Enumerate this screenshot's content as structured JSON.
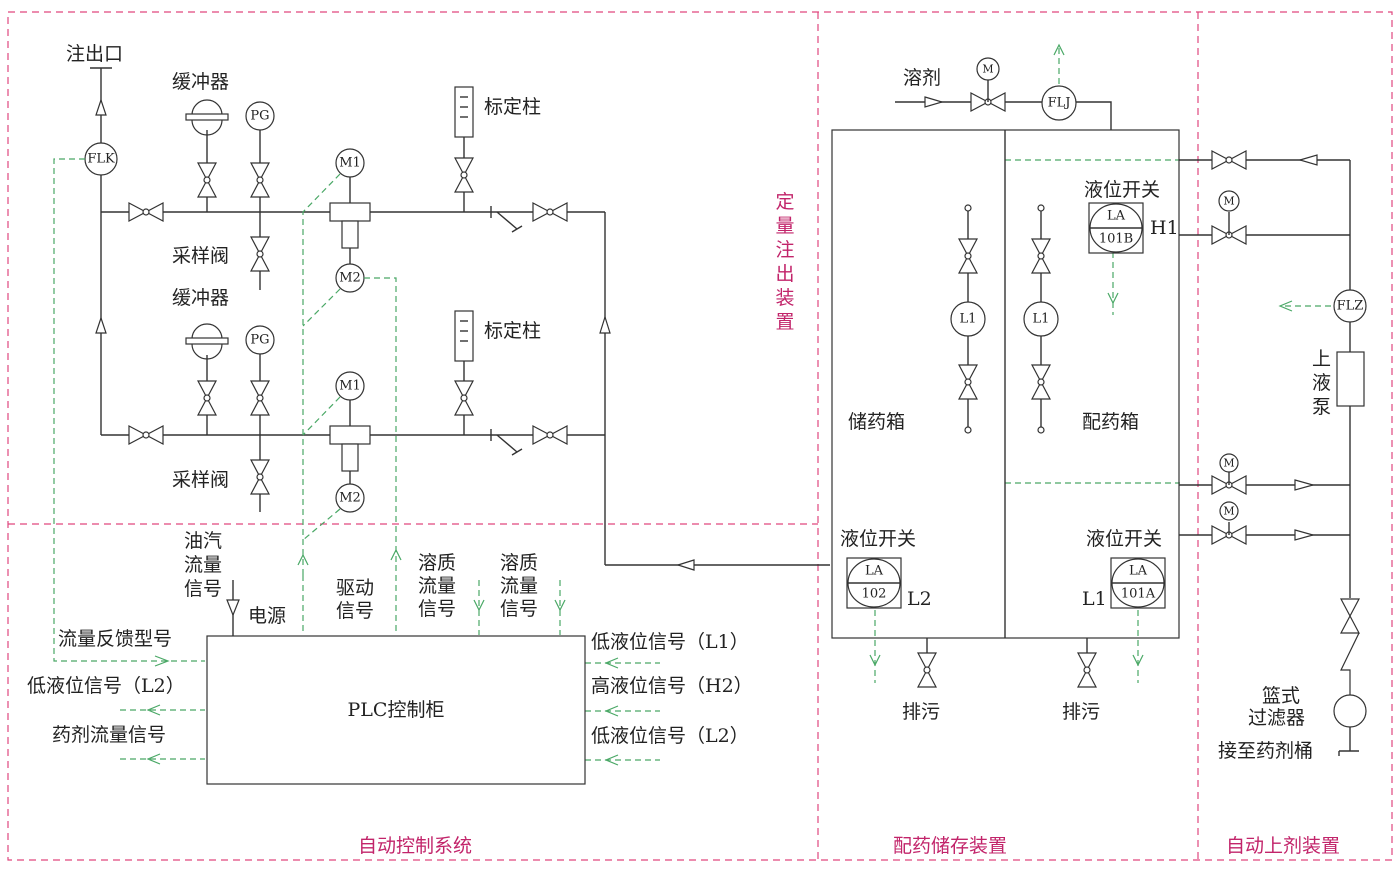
{
  "zones": {
    "dosing": "定量注出装置",
    "control": "自动控制系统",
    "storage": "配药储存装置",
    "loading": "自动上剂装置"
  },
  "dosing": {
    "outlet": "注出口",
    "buffer_top": "缓冲器",
    "buffer_bottom": "缓冲器",
    "sampling_top": "采样阀",
    "sampling_bottom": "采样阀",
    "calib_top": "标定柱",
    "calib_bottom": "标定柱",
    "instruments": {
      "flk": "FLK",
      "pg": "PG",
      "m1": "M1",
      "m2": "M2"
    }
  },
  "control": {
    "plc": "PLC控制柜",
    "power": "电源",
    "oil_gas": [
      "油汽",
      "流量",
      "信号"
    ],
    "drive": [
      "驱动",
      "信号"
    ],
    "solute1": [
      "溶质",
      "流量",
      "信号"
    ],
    "solute2": [
      "溶质",
      "流量",
      "信号"
    ],
    "left_signals": [
      "流量反馈型号",
      "低液位信号（L2）",
      "药剂流量信号"
    ],
    "right_signals": [
      "低液位信号（L1）",
      "高液位信号（H2）",
      "低液位信号（L2）"
    ]
  },
  "storage": {
    "solvent": "溶剂",
    "motor": "M",
    "flj": "FLJ",
    "storage_tank": "储药箱",
    "mixing_tank": "配药箱",
    "level_switch": "液位开关",
    "la_top": "LA",
    "la_101b": "101B",
    "la_102": "102",
    "la_101a": "101A",
    "h1": "H1",
    "l1": "L1",
    "l2": "L2",
    "gauge": "L1",
    "drain": "排污"
  },
  "loading": {
    "flz": "FLZ",
    "pump": [
      "上",
      "液",
      "泵"
    ],
    "filter": [
      "篮式",
      "过滤器"
    ],
    "barrel": "接至药剂桶",
    "motor": "M"
  }
}
